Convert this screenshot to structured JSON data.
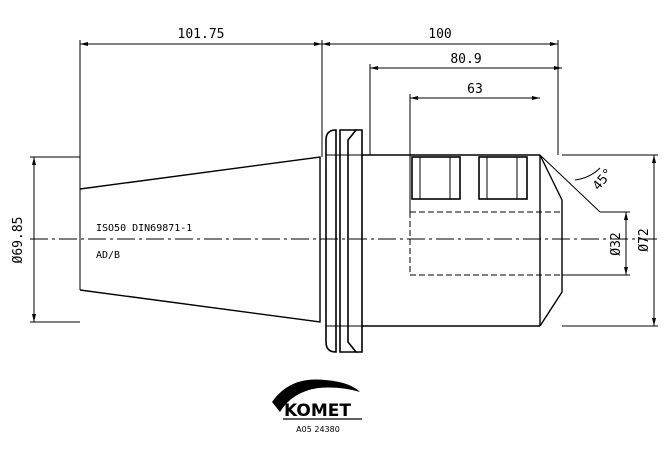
{
  "dimensions": {
    "length_taper": "101.75",
    "length_total": "100",
    "length_bore_depth": "80.9",
    "length_slot_depth": "63",
    "dia_flange": "Ø69.85",
    "dia_bore": "Ø32",
    "dia_body": "Ø72",
    "chamfer_angle": "45°"
  },
  "notes": {
    "standard": "ISO50 DIN69871-1",
    "form": "AD/B"
  },
  "logo": {
    "brand": "KOMET",
    "part_number": "A05 24380"
  },
  "colors": {
    "line": "#000000",
    "background": "#ffffff"
  }
}
